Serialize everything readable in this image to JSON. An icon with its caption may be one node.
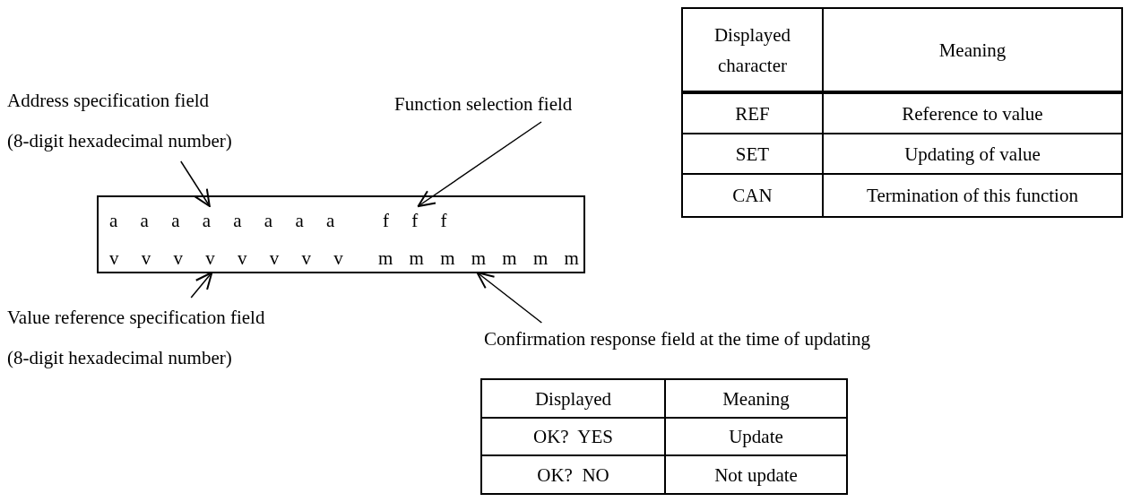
{
  "diagram": {
    "nodes": [
      {
        "text": [],
        "shape": "box"
      },
      {
        "text": [
          "a a a a a a a a"
        ],
        "in": 0
      },
      {
        "text": [
          "f f f"
        ],
        "in": 0
      },
      {
        "text": [
          "v v v v v v v v"
        ],
        "in": 0
      },
      {
        "text": [
          "m m m m m m m"
        ],
        "in": 0
      },
      {
        "text": [
          "Address specification field",
          "(8-digit hexadecimal number)"
        ]
      },
      {
        "text": [
          "Function selection field"
        ]
      },
      {
        "text": [
          "Value reference specification field",
          "(8-digit hexadecimal number)"
        ]
      },
      {
        "text": [
          "Confirmation response field at the time of updating"
        ]
      }
    ],
    "edges": [
      {
        "from": 5,
        "to": 1,
        "arrow": "to"
      },
      {
        "from": 6,
        "to": 2,
        "arrow": "to"
      },
      {
        "from": 7,
        "to": 3,
        "arrow": "to"
      },
      {
        "from": 8,
        "to": 4,
        "arrow": "to"
      }
    ],
    "labels": [
      "Displayed character",
      "Meaning",
      "REF",
      "Reference to value",
      "SET",
      "Updating of value",
      "CAN",
      "Termination of this function",
      "Displayed",
      "Meaning",
      "OK?  YES",
      "Update",
      "OK?  NO",
      "Not update"
    ]
  }
}
